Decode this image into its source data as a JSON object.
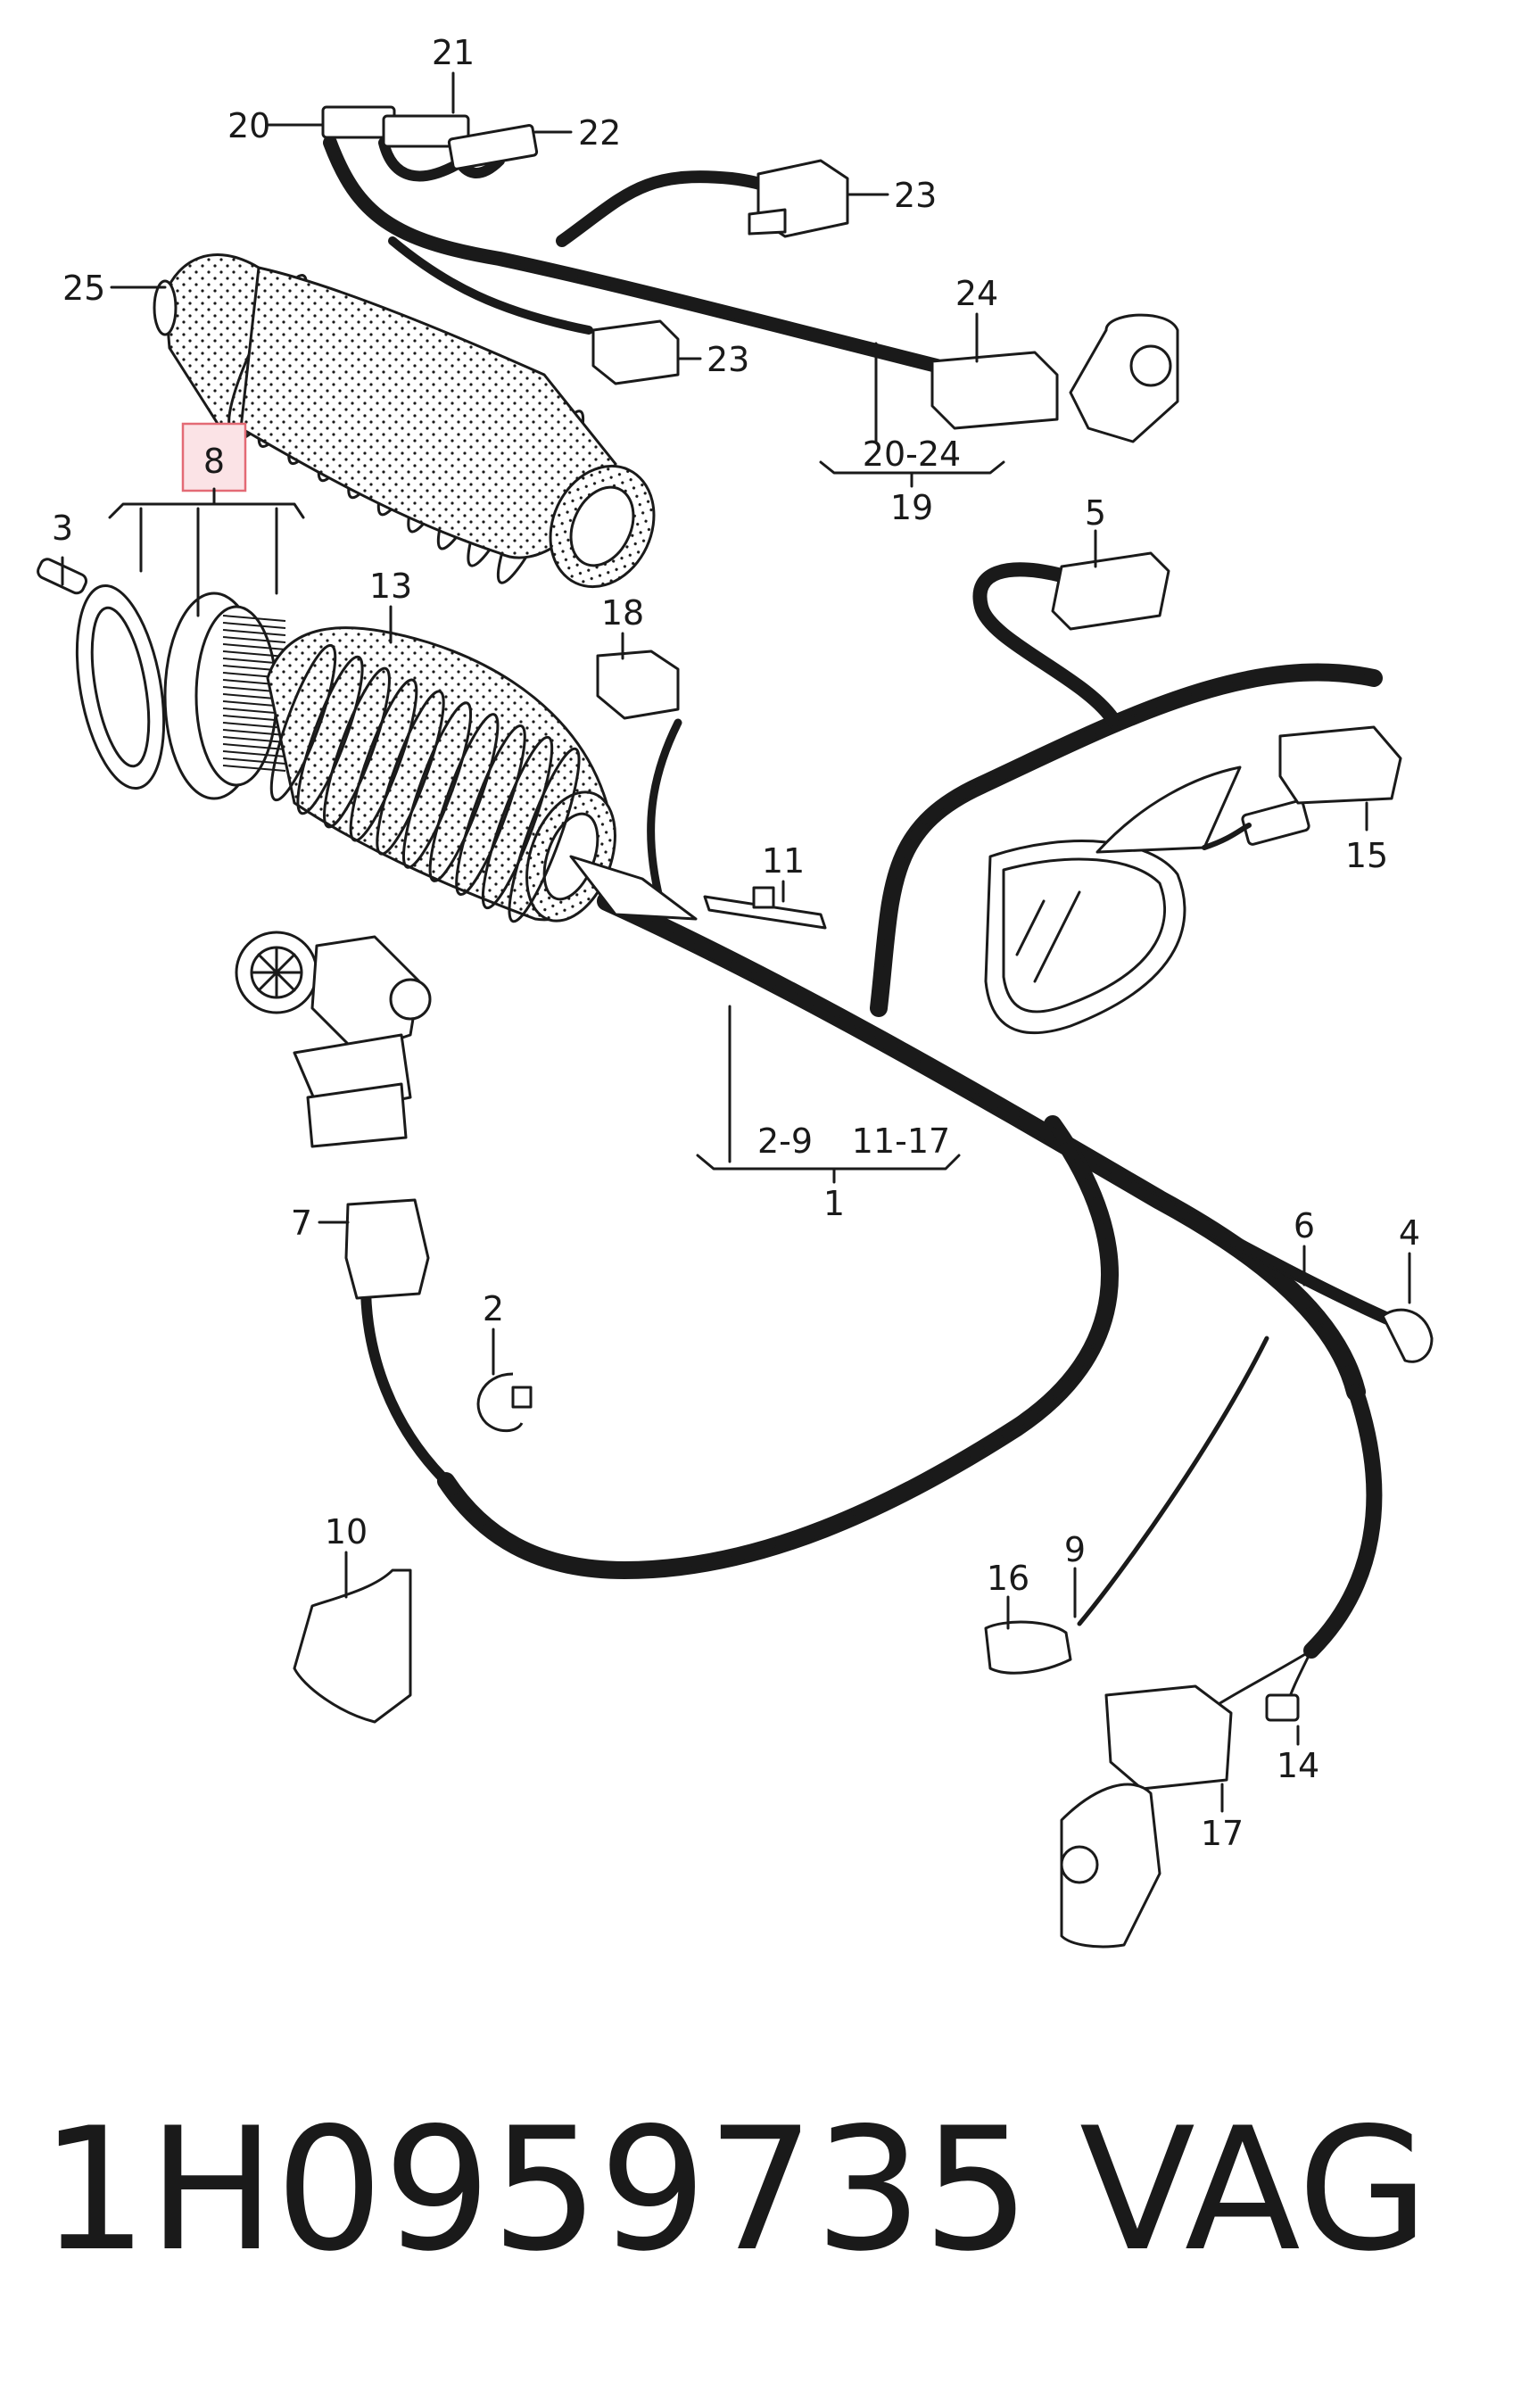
{
  "labels": {
    "l1": "1",
    "l2": "2",
    "l3": "3",
    "l4": "4",
    "l5": "5",
    "l6": "6",
    "l7": "7",
    "l8": "8",
    "l9": "9",
    "l10": "10",
    "l11": "11",
    "l13": "13",
    "l14": "14",
    "l15": "15",
    "l16": "16",
    "l17": "17",
    "l18": "18",
    "l19": "19",
    "l20": "20",
    "l21": "21",
    "l22": "22",
    "l23a": "23",
    "l23b": "23",
    "l24": "24",
    "l25": "25",
    "range_20_24": "20-24",
    "range_2_9": "2-9",
    "range_11_17": "11-17"
  },
  "footer": {
    "part_number": "1H0959735",
    "brand": "VAG"
  },
  "colors": {
    "ink": "#1a1a1a",
    "highlight_border": "#e36a75",
    "highlight_fill": "#fbe3e6"
  }
}
